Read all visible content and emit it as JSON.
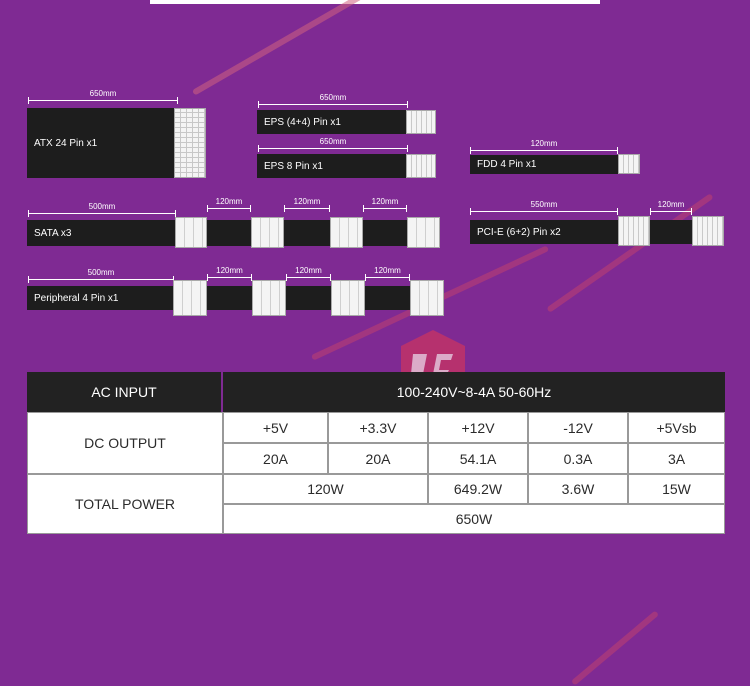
{
  "cables": [
    {
      "id": "atx",
      "label": "ATX 24 Pin x1",
      "length": "650mm"
    },
    {
      "id": "eps44",
      "label": "EPS (4+4) Pin x1",
      "length": "650mm"
    },
    {
      "id": "eps8",
      "label": "EPS 8 Pin x1",
      "length": "650mm"
    },
    {
      "id": "fdd",
      "label": "FDD 4 Pin x1",
      "length": "120mm"
    },
    {
      "id": "sata",
      "label": "SATA x3",
      "length": "500mm",
      "extensions": [
        "120mm",
        "120mm",
        "120mm"
      ]
    },
    {
      "id": "pcie",
      "label": "PCI-E (6+2) Pin x2",
      "length": "550mm",
      "extensions": [
        "120mm"
      ]
    },
    {
      "id": "peripheral",
      "label": "Peripheral 4 Pin x1",
      "length": "500mm",
      "extensions": [
        "120mm",
        "120mm",
        "120mm"
      ]
    }
  ],
  "spec_table": {
    "ac_input_label": "AC INPUT",
    "ac_input_value": "100-240V~8-4A 50-60Hz",
    "dc_output_label": "DC OUTPUT",
    "rails": [
      "+5V",
      "+3.3V",
      "+12V",
      "-12V",
      "+5Vsb"
    ],
    "currents": [
      "20A",
      "20A",
      "54.1A",
      "0.3A",
      "3A"
    ],
    "total_power_label": "TOTAL POWER",
    "rail_power": [
      "120W",
      "649.2W",
      "3.6W",
      "15W"
    ],
    "total": "650W"
  },
  "colors": {
    "background": "#7f2a93",
    "cable": "#1d1d1d",
    "table_header": "#222222",
    "connector": "#f4f4f4"
  }
}
